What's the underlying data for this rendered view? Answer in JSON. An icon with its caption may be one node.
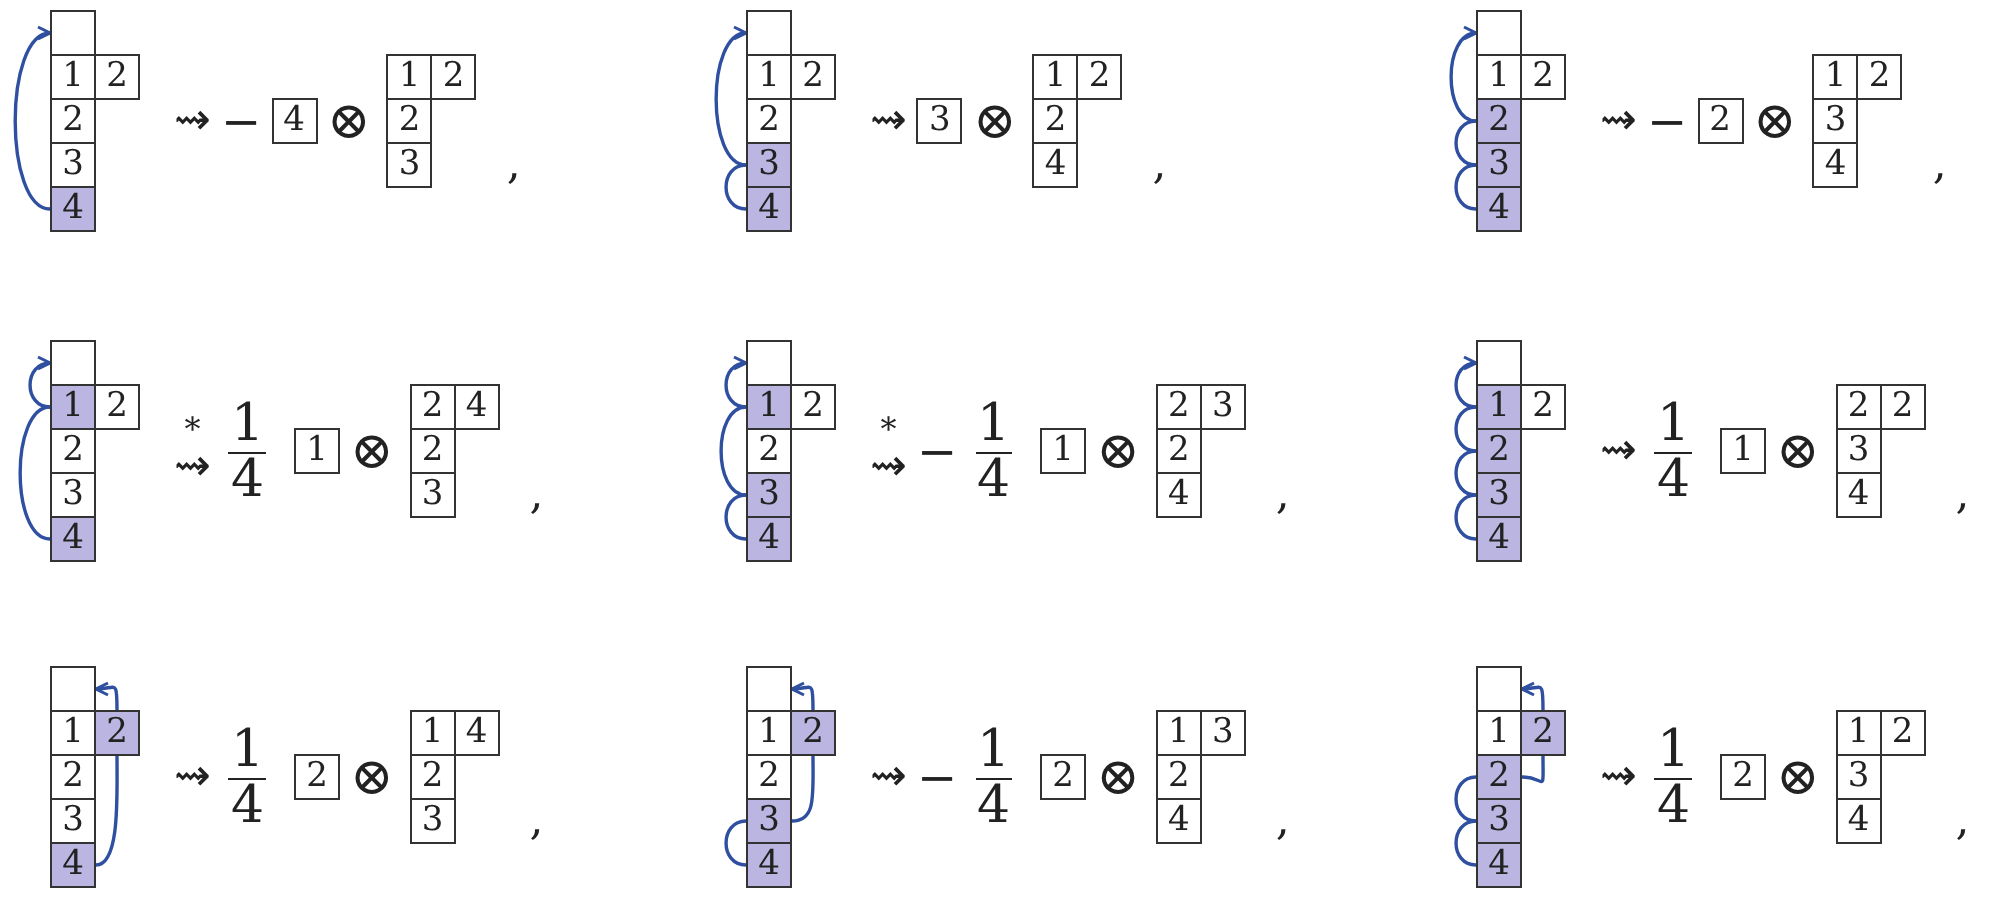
{
  "diagram": {
    "nodes": [
      {
        "text": [],
        "shape": "box"
      },
      {
        "text": [
          "1"
        ]
      },
      {
        "text": [
          "2"
        ]
      },
      {
        "text": [
          "2"
        ]
      },
      {
        "text": [
          "3"
        ]
      },
      {
        "text": [
          "4"
        ]
      },
      {
        "text": [
          "4"
        ]
      },
      {
        "text": [
          "1"
        ]
      },
      {
        "text": [
          "2"
        ]
      },
      {
        "text": [
          "2"
        ]
      },
      {
        "text": [
          "3"
        ]
      },
      {
        "text": [],
        "shape": "box"
      },
      {
        "text": [
          "1"
        ]
      },
      {
        "text": [
          "2"
        ]
      },
      {
        "text": [
          "2"
        ]
      },
      {
        "text": [
          "3"
        ]
      },
      {
        "text": [
          "4"
        ]
      },
      {
        "text": [
          "3"
        ]
      },
      {
        "text": [
          "1"
        ]
      },
      {
        "text": [
          "2"
        ]
      },
      {
        "text": [
          "2"
        ]
      },
      {
        "text": [
          "4"
        ]
      },
      {
        "text": [],
        "shape": "box"
      },
      {
        "text": [
          "1"
        ]
      },
      {
        "text": [
          "2"
        ]
      },
      {
        "text": [
          "2"
        ]
      },
      {
        "text": [
          "3"
        ]
      },
      {
        "text": [
          "4"
        ]
      },
      {
        "text": [
          "2"
        ]
      },
      {
        "text": [
          "1"
        ]
      },
      {
        "text": [
          "2"
        ]
      },
      {
        "text": [
          "3"
        ]
      },
      {
        "text": [
          "4"
        ]
      },
      {
        "text": [],
        "shape": "box"
      },
      {
        "text": [
          "1"
        ]
      },
      {
        "text": [
          "2"
        ]
      },
      {
        "text": [
          "2"
        ]
      },
      {
        "text": [
          "3"
        ]
      },
      {
        "text": [
          "4"
        ]
      },
      {
        "text": [
          "1"
        ]
      },
      {
        "text": [
          "2"
        ]
      },
      {
        "text": [
          "4"
        ]
      },
      {
        "text": [
          "2"
        ]
      },
      {
        "text": [
          "3"
        ]
      },
      {
        "text": [],
        "shape": "box"
      },
      {
        "text": [
          "1"
        ]
      },
      {
        "text": [
          "2"
        ]
      },
      {
        "text": [
          "2"
        ]
      },
      {
        "text": [
          "3"
        ]
      },
      {
        "text": [
          "4"
        ]
      },
      {
        "text": [
          "1"
        ]
      },
      {
        "text": [
          "2"
        ]
      },
      {
        "text": [
          "3"
        ]
      },
      {
        "text": [
          "2"
        ]
      },
      {
        "text": [
          "4"
        ]
      },
      {
        "text": [],
        "shape": "box"
      },
      {
        "text": [
          "1"
        ]
      },
      {
        "text": [
          "2"
        ]
      },
      {
        "text": [
          "2"
        ]
      },
      {
        "text": [
          "3"
        ]
      },
      {
        "text": [
          "4"
        ]
      },
      {
        "text": [
          "1"
        ]
      },
      {
        "text": [
          "2"
        ]
      },
      {
        "text": [
          "2"
        ]
      },
      {
        "text": [
          "3"
        ]
      },
      {
        "text": [
          "4"
        ]
      },
      {
        "text": [],
        "shape": "box"
      },
      {
        "text": [
          "1"
        ]
      },
      {
        "text": [
          "2"
        ]
      },
      {
        "text": [
          "2"
        ]
      },
      {
        "text": [
          "3"
        ]
      },
      {
        "text": [
          "4"
        ]
      },
      {
        "text": [
          "2"
        ]
      },
      {
        "text": [
          "1"
        ]
      },
      {
        "text": [
          "4"
        ]
      },
      {
        "text": [
          "2"
        ]
      },
      {
        "text": [
          "3"
        ]
      },
      {
        "text": [],
        "shape": "box"
      },
      {
        "text": [
          "1"
        ]
      },
      {
        "text": [
          "2"
        ]
      },
      {
        "text": [
          "2"
        ]
      },
      {
        "text": [
          "3"
        ]
      },
      {
        "text": [
          "4"
        ]
      },
      {
        "text": [
          "2"
        ]
      },
      {
        "text": [
          "1"
        ]
      },
      {
        "text": [
          "3"
        ]
      },
      {
        "text": [
          "2"
        ]
      },
      {
        "text": [
          "4"
        ]
      },
      {
        "text": [],
        "shape": "box"
      },
      {
        "text": [
          "1"
        ]
      },
      {
        "text": [
          "2"
        ]
      },
      {
        "text": [
          "2"
        ]
      },
      {
        "text": [
          "3"
        ]
      },
      {
        "text": [
          "4"
        ]
      },
      {
        "text": [
          "2"
        ]
      },
      {
        "text": [
          "1"
        ]
      },
      {
        "text": [
          "2"
        ]
      },
      {
        "text": [
          "3"
        ]
      },
      {
        "text": [
          "4"
        ]
      }
    ],
    "edges": [
      {
        "from": 5,
        "to": 0,
        "arrow": "to"
      },
      {
        "from": 16,
        "to": 15,
        "arrow": "none"
      },
      {
        "from": 15,
        "to": 11,
        "arrow": "to"
      },
      {
        "from": 27,
        "to": 26,
        "arrow": "none"
      },
      {
        "from": 26,
        "to": 25,
        "arrow": "none"
      },
      {
        "from": 25,
        "to": 22,
        "arrow": "to"
      },
      {
        "from": 38,
        "to": 34,
        "arrow": "none"
      },
      {
        "from": 34,
        "to": 33,
        "arrow": "to"
      },
      {
        "from": 49,
        "to": 48,
        "arrow": "none"
      },
      {
        "from": 48,
        "to": 45,
        "arrow": "none"
      },
      {
        "from": 45,
        "to": 44,
        "arrow": "to"
      },
      {
        "from": 60,
        "to": 59,
        "arrow": "none"
      },
      {
        "from": 59,
        "to": 58,
        "arrow": "none"
      },
      {
        "from": 58,
        "to": 56,
        "arrow": "none"
      },
      {
        "from": 56,
        "to": 55,
        "arrow": "to"
      },
      {
        "from": 71,
        "to": 68,
        "arrow": "none"
      },
      {
        "from": 68,
        "to": 66,
        "arrow": "to"
      },
      {
        "from": 82,
        "to": 81,
        "arrow": "none"
      },
      {
        "from": 81,
        "to": 79,
        "arrow": "none"
      },
      {
        "from": 79,
        "to": 77,
        "arrow": "to"
      },
      {
        "from": 93,
        "to": 92,
        "arrow": "none"
      },
      {
        "from": 92,
        "to": 91,
        "arrow": "none"
      },
      {
        "from": 91,
        "to": 90,
        "arrow": "none"
      },
      {
        "from": 90,
        "to": 88,
        "arrow": "to"
      }
    ],
    "labels": [
      "⇝",
      "−",
      "⊗",
      ",",
      "⇝",
      "⊗",
      ",",
      "⇝",
      "−",
      "⊗",
      ",",
      "*",
      "⇝",
      "1",
      "4",
      "⊗",
      ",",
      "*",
      "⇝",
      "−",
      "1",
      "4",
      "⊗",
      ",",
      "⇝",
      "1",
      "4",
      "⊗",
      ",",
      "⇝",
      "1",
      "4",
      "⊗",
      ",",
      "⇝",
      "−",
      "1",
      "4",
      "⊗",
      ",",
      "⇝",
      "1",
      "4",
      "⊗",
      ","
    ]
  }
}
